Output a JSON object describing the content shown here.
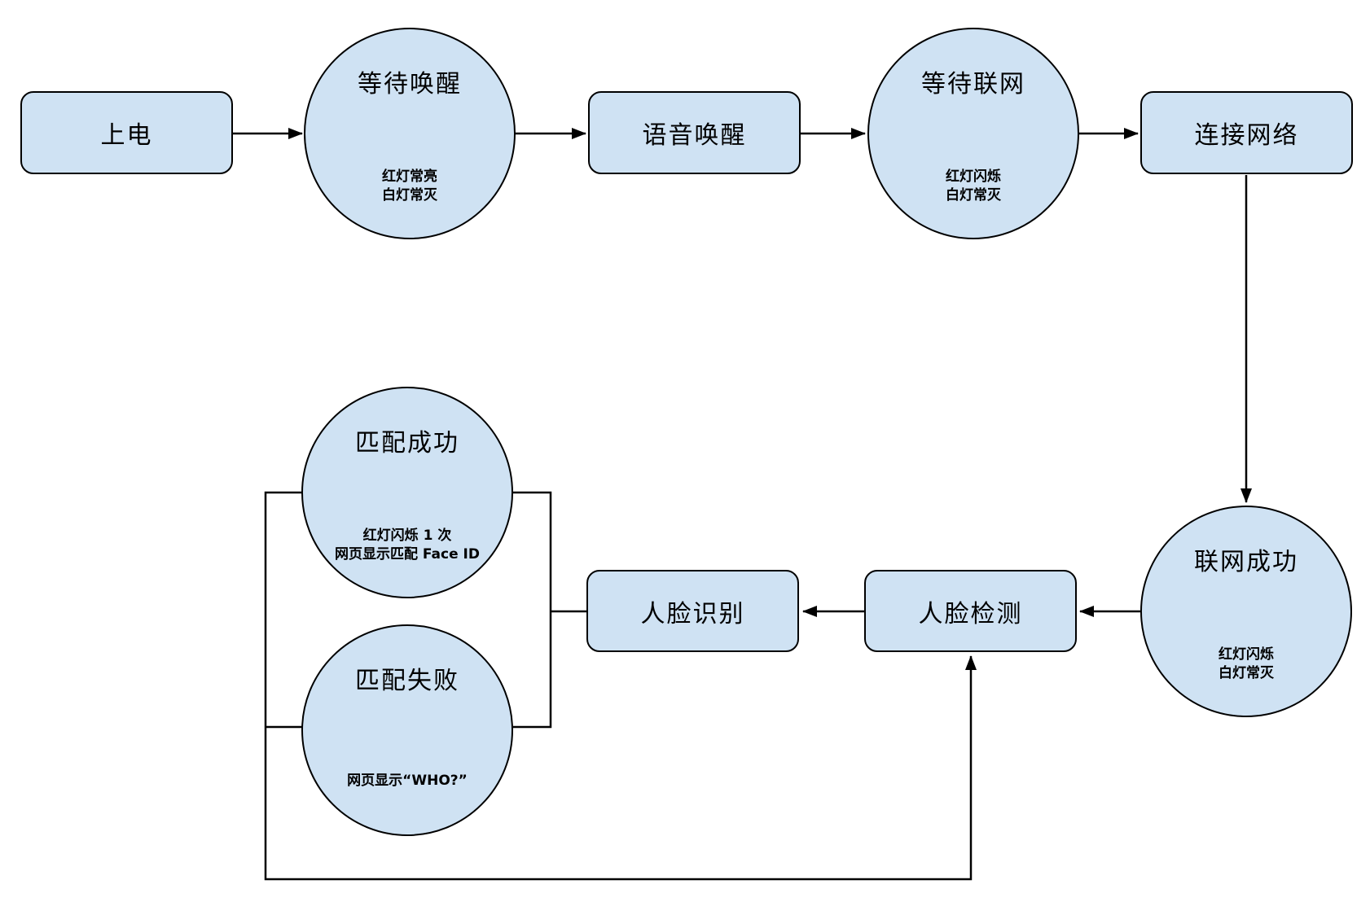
{
  "colors": {
    "background": "#ffffff",
    "node_fill": "#cfe2f3",
    "node_stroke": "#000000",
    "connector": "#000000"
  },
  "nodes": {
    "power_on": {
      "label": "上电"
    },
    "wait_wake": {
      "title": "等待唤醒",
      "subs": [
        "红灯常亮",
        "白灯常灭"
      ]
    },
    "voice_wake": {
      "label": "语音唤醒"
    },
    "wait_network": {
      "title": "等待联网",
      "subs": [
        "红灯闪烁",
        "白灯常灭"
      ]
    },
    "connect_network": {
      "label": "连接网络"
    },
    "network_ok": {
      "title": "联网成功",
      "subs": [
        "红灯闪烁",
        "白灯常灭"
      ]
    },
    "face_detect": {
      "label": "人脸检测"
    },
    "face_recognize": {
      "label": "人脸识别"
    },
    "match_success": {
      "title": "匹配成功",
      "subs": [
        "红灯闪烁 1 次",
        "网页显示匹配 Face ID"
      ]
    },
    "match_fail": {
      "title": "匹配失败",
      "subs": [
        "网页显示“WHO?”"
      ]
    }
  }
}
